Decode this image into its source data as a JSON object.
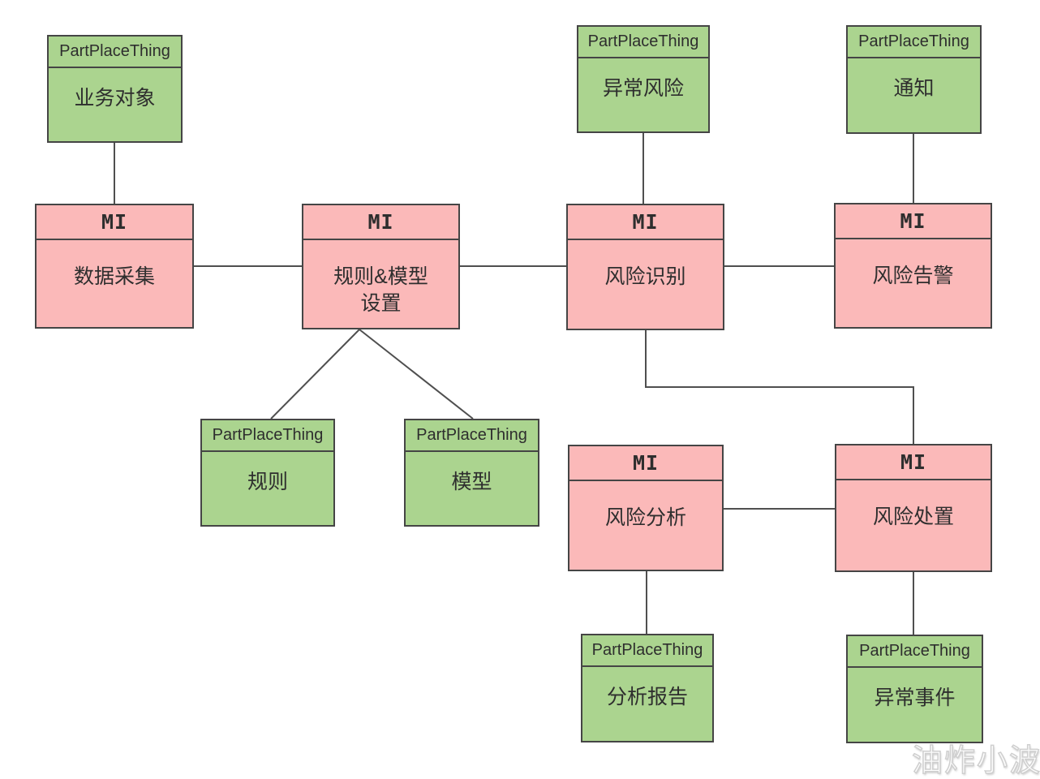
{
  "colors": {
    "entity_fill": "#abd48f",
    "module_fill": "#fbb9b9",
    "border": "#454545",
    "line": "#4f4f4f",
    "text": "#2e2e2e"
  },
  "nodes": {
    "business_object": {
      "header": "PartPlaceThing",
      "label": "业务对象"
    },
    "abnormal_risk": {
      "header": "PartPlaceThing",
      "label": "异常风险"
    },
    "notification": {
      "header": "PartPlaceThing",
      "label": "通知"
    },
    "rule": {
      "header": "PartPlaceThing",
      "label": "规则"
    },
    "model": {
      "header": "PartPlaceThing",
      "label": "模型"
    },
    "analysis_report": {
      "header": "PartPlaceThing",
      "label": "分析报告"
    },
    "abnormal_event": {
      "header": "PartPlaceThing",
      "label": "异常事件"
    },
    "data_collection": {
      "header": "MI",
      "label": "数据采集"
    },
    "rule_model_setting": {
      "header": "MI",
      "label": "规则&模型\n设置"
    },
    "risk_identification": {
      "header": "MI",
      "label": "风险识别"
    },
    "risk_alert": {
      "header": "MI",
      "label": "风险告警"
    },
    "risk_analysis": {
      "header": "MI",
      "label": "风险分析"
    },
    "risk_handling": {
      "header": "MI",
      "label": "风险处置"
    }
  },
  "edges": [
    {
      "from": "business_object",
      "to": "data_collection"
    },
    {
      "from": "data_collection",
      "to": "rule_model_setting"
    },
    {
      "from": "rule_model_setting",
      "to": "risk_identification"
    },
    {
      "from": "risk_identification",
      "to": "risk_alert"
    },
    {
      "from": "abnormal_risk",
      "to": "risk_identification"
    },
    {
      "from": "notification",
      "to": "risk_alert"
    },
    {
      "from": "rule_model_setting",
      "to": "rule"
    },
    {
      "from": "rule_model_setting",
      "to": "model"
    },
    {
      "from": "risk_identification",
      "to": "risk_handling"
    },
    {
      "from": "risk_analysis",
      "to": "risk_handling"
    },
    {
      "from": "risk_analysis",
      "to": "analysis_report"
    },
    {
      "from": "risk_handling",
      "to": "abnormal_event"
    }
  ],
  "watermark": {
    "text": "油炸小波"
  }
}
